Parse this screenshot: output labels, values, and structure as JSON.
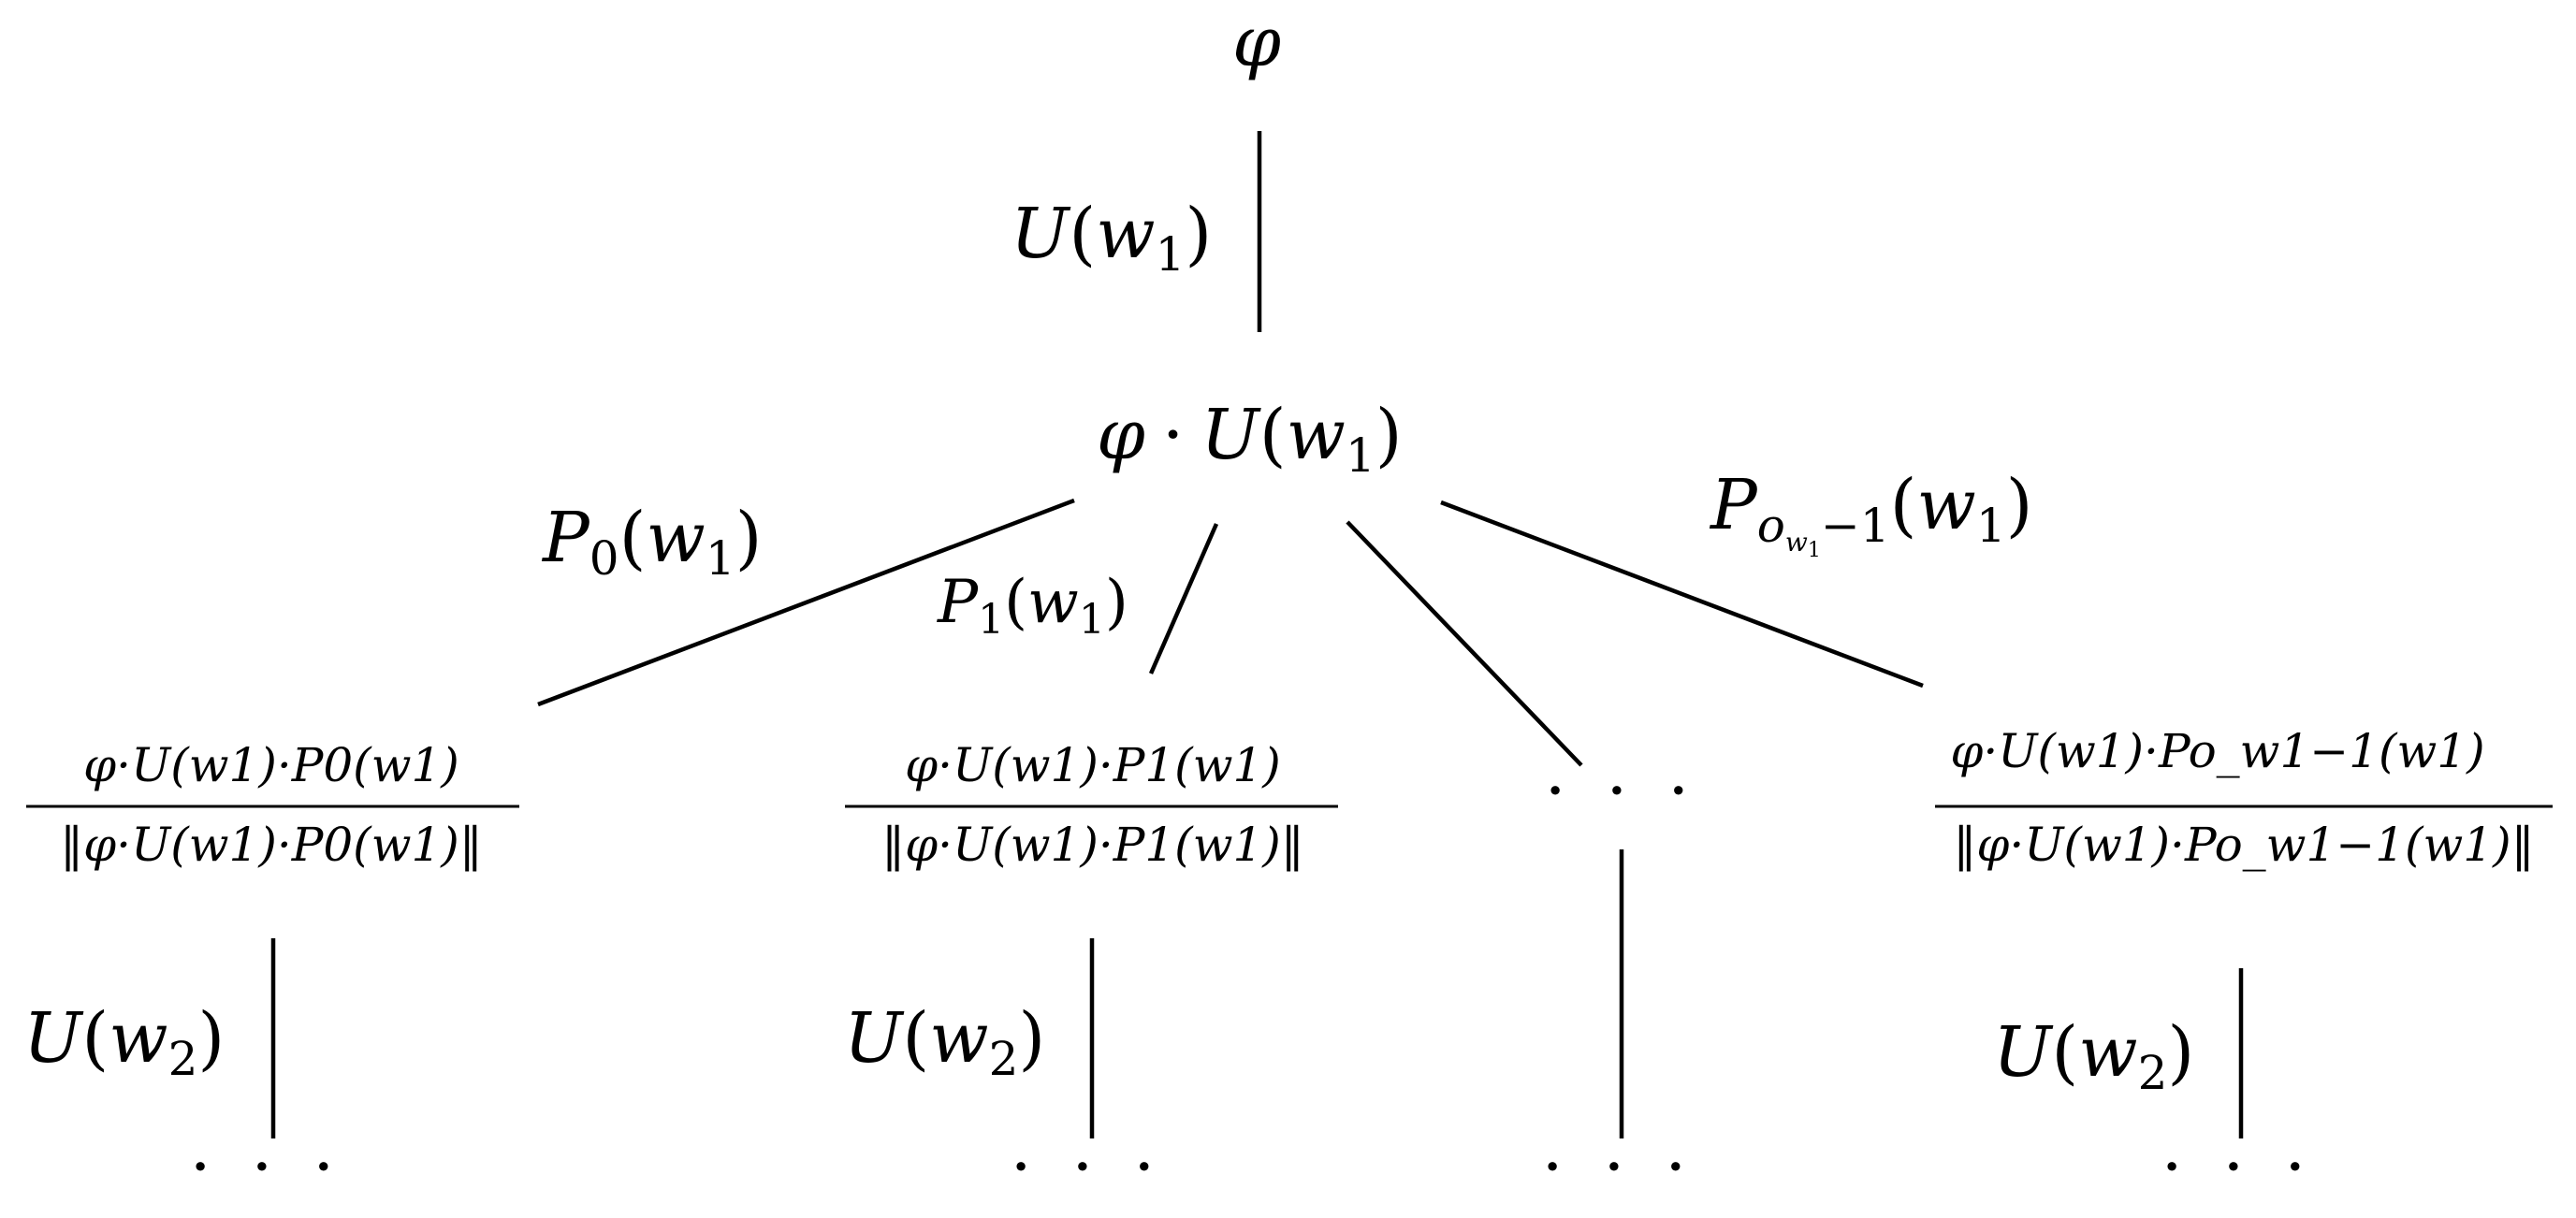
{
  "root": {
    "symbol": "φ"
  },
  "root_edge": {
    "label": {
      "op": "U",
      "open": "(",
      "var": "w",
      "sub": "1",
      "close": ")"
    }
  },
  "level1_node": {
    "phi": "φ",
    "dot": "·",
    "op": "U",
    "open": "(",
    "var": "w",
    "sub": "1",
    "close": ")"
  },
  "branch_labels": {
    "p0": {
      "op": "P",
      "op_sub": "0",
      "open": "(",
      "var": "w",
      "var_sub": "1",
      "close": ")"
    },
    "p1": {
      "op": "P",
      "op_sub": "1",
      "open": "(",
      "var": "w",
      "var_sub": "1",
      "close": ")"
    },
    "plast": {
      "op": "P",
      "op_sub_o": "o",
      "op_subsub": "w",
      "op_subsubsub": "1",
      "op_sub_rest": "−1",
      "open": "(",
      "var": "w",
      "var_sub": "1",
      "close": ")"
    }
  },
  "children": {
    "c0": {
      "numerator": "φ·U(w1)·P0(w1)",
      "denominator": "‖φ·U(w1)·P0(w1)‖"
    },
    "c1": {
      "numerator": "φ·U(w1)·P1(w1)",
      "denominator": "‖φ·U(w1)·P1(w1)‖"
    },
    "c2": {
      "ellipsis": "· · ·"
    },
    "c3": {
      "numerator": "φ·U(w1)·Po_w1−1(w1)",
      "denominator": "‖φ·U(w1)·Po_w1−1(w1)‖"
    }
  },
  "level2_edges": {
    "label": {
      "op": "U",
      "open": "(",
      "var": "w",
      "sub": "2",
      "close": ")"
    },
    "ellipsis": "· · ·"
  },
  "bottom_ellipsis": "· · ·"
}
